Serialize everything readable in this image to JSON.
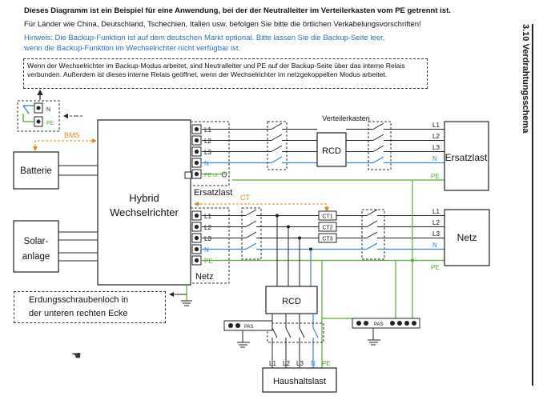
{
  "intro": {
    "bold": "Dieses Diagramm ist ein Beispiel für eine Anwendung, bei der der Neutralleiter im Verteilerkasten vom PE getrennt ist.",
    "region": "Für Länder wie China, Deutschland, Tschechien, Italien usw. befolgen Sie bitte die örtlichen Verkabelungsvorschriften!",
    "hint_line1": "Hinweis: Die Backup-Funktion ist auf dem deutschen Markt optional. Bitte lassen Sie die Backup-Seite leer,",
    "hint_line2": "wenn die Backup-Funktion im Wechselrichter nicht verfügbar ist."
  },
  "note": "Wenn der Wechselrichter im Backup-Modus arbeitet, sind Neutralleiter und PE auf der Backup-Seite über das interne Relais verbunden. Außerdem ist dieses interne Relais geöffnet, wenn der Wechselrichter im netzgekoppelten Modus arbeitet.",
  "section_title": "3.10 Verdrahtungsschema",
  "ground_note": {
    "line1": "Erdungsschraubenloch in",
    "line2": "der unteren rechten Ecke"
  },
  "labels": {
    "relay_n": "N",
    "relay_pe": "PE",
    "bms": "BMS",
    "battery": "Batterie",
    "solar1": "Solar-",
    "solar2": "anlage",
    "inverter1": "Hybrid",
    "inverter2": "Wechselrichter",
    "distribution_box": "Verteilerkasten",
    "rcd": "RCD",
    "ersatzlast": "Ersatzlast",
    "ersatzlast_port": "Ersatzlast",
    "netz_port": "Netz",
    "netz": "Netz",
    "ct": "CT",
    "ct1": "CT1",
    "ct2": "CT2",
    "ct3": "CT3",
    "pas": "PAS",
    "household": "Haushaltslast",
    "pe_or": "PE or",
    "l1": "L1",
    "l2": "L2",
    "l3": "L3",
    "n": "N",
    "pe": "PE"
  },
  "colors": {
    "blue_wire": "#3a86c8",
    "green_wire": "#5aab3a",
    "orange_signal": "#e08a1e",
    "hint_text": "#2e6fba"
  }
}
